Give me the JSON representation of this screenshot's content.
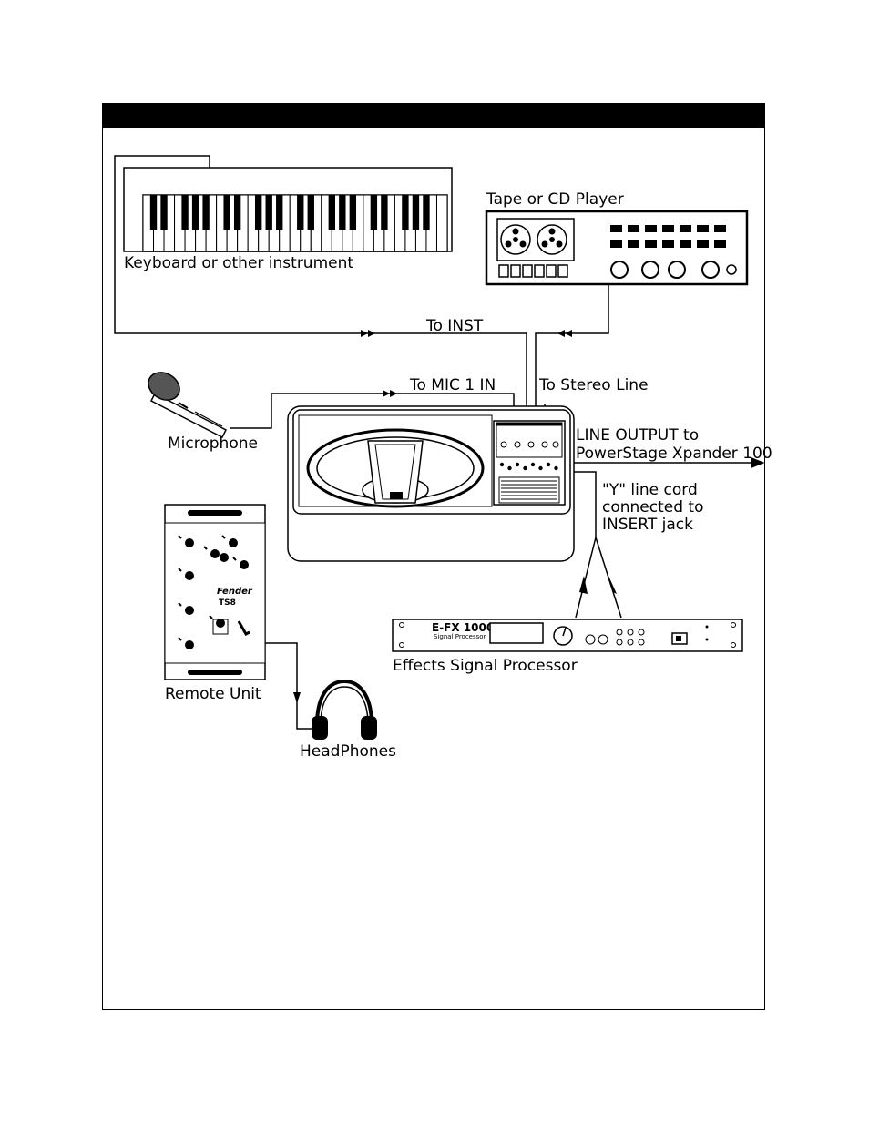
{
  "labels": {
    "keyboard": "Keyboard or other instrument",
    "tape": "Tape or CD Player",
    "to_inst": "To INST",
    "to_mic": "To MIC 1 IN",
    "to_stereo": "To Stereo Line",
    "microphone": "Microphone",
    "line_output_1": "LINE OUTPUT to",
    "line_output_2": "PowerStage Xpander 100",
    "y_cord_1": "\"Y\" line cord",
    "y_cord_2": "connected to",
    "y_cord_3": "INSERT jack",
    "effects": "Effects Signal Processor",
    "remote": "Remote Unit",
    "headphones": "HeadPhones"
  },
  "effects_panel": {
    "model": "E-FX 1000",
    "subtitle": "Signal Processor"
  },
  "colors": {
    "ink": "#000000",
    "paper": "#ffffff",
    "header": "#000000"
  }
}
